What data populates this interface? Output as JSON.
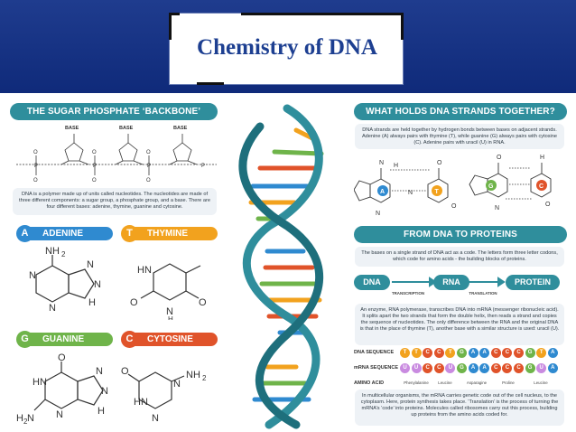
{
  "title": "Chemistry of DNA",
  "backbone": {
    "heading": "THE SUGAR PHOSPHATE ‘BACKBONE’",
    "base_labels": [
      "BASE",
      "BASE",
      "BASE"
    ],
    "description": "DNA is a polymer made up of units called nucleotides. The nucleotides are made of three different components: a sugar group, a phosphate group, and a base. There are four different bases: adenine, thymine, guanine and cytosine."
  },
  "bases": [
    {
      "letter": "A",
      "name": "ADENINE",
      "color": "#2f8ad0"
    },
    {
      "letter": "T",
      "name": "THYMINE",
      "color": "#f2a21e"
    },
    {
      "letter": "G",
      "name": "GUANINE",
      "color": "#6fb44a"
    },
    {
      "letter": "C",
      "name": "CYTOSINE",
      "color": "#e0532a"
    }
  ],
  "holds": {
    "heading": "WHAT HOLDS DNA STRANDS TOGETHER?",
    "description": "DNA strands are held together by hydrogen bonds between bases on adjacent strands. Adenine (A) always pairs with thymine (T), while guanine (G) always pairs with cytosine (C). Adenine pairs with uracil (U) in RNA."
  },
  "proteins": {
    "heading": "FROM DNA TO PROTEINS",
    "intro": "The bases on a single strand of DNA act as a code. The letters form three letter codons, which code for amino acids - the building blocks of proteins.",
    "flow": [
      "DNA",
      "RNA",
      "PROTEIN"
    ],
    "flow_labels": [
      "TRANSCRIPTION",
      "TRANSLATION"
    ],
    "enzyme_text": "An enzyme, RNA polymerase, transcribes DNA into mRNA (messenger ribonucleic acid). It splits apart the two strands that form the double helix, then reads a strand and copies the sequence of nucleotides. The only difference between the RNA and the original DNA is that in the place of thymine (T), another base with a similar structure is used: uracil (U).",
    "row_labels": [
      "DNA SEQUENCE",
      "mRNA SEQUENCE",
      "AMINO ACID"
    ],
    "dna_sequence": [
      "T",
      "T",
      "C",
      "C",
      "T",
      "G",
      "A",
      "A",
      "C",
      "C",
      "C",
      "G",
      "T",
      "A"
    ],
    "mrna_sequence": [
      "U",
      "U",
      "C",
      "C",
      "U",
      "G",
      "A",
      "A",
      "C",
      "C",
      "C",
      "G",
      "U",
      "A"
    ],
    "amino_acids": [
      "Phenylalanine",
      "Leucine",
      "Asparagine",
      "Proline",
      "Leucine"
    ],
    "closing": "In multicellular organisms, the mRNA carries genetic code out of the cell nucleus, to the cytoplasm. Here, protein synthesis takes place. ‘Translation’ is the process of turning the mRNA’s ‘code’ into proteins. Molecules called ribosomes carry out this process, building up proteins from the amino acids coded for."
  },
  "colors": {
    "teal": "#2f8e9c",
    "navy": "#0f2a7a",
    "A": "#2f8ad0",
    "T": "#f2a21e",
    "G": "#6fb44a",
    "C": "#e0532a",
    "U": "#c98be0"
  }
}
